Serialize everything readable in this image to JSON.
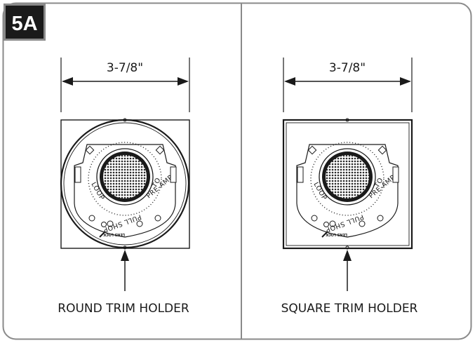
{
  "figure": {
    "step_label": "5A",
    "panels": [
      {
        "id": "round",
        "dimension_label": "3-7/8\"",
        "caption": "ROUND TRIM HOLDER",
        "dial_text_top": "PRE-AMP",
        "dial_text_left": "LOOP",
        "dial_text_right": "TO",
        "dial_text_pull": "PULL SHOP",
        "lens_lock_label": "LENS LOCK"
      },
      {
        "id": "square",
        "dimension_label": "3-7/8\"",
        "caption": "SQUARE TRIM HOLDER",
        "dial_text_top": "PRE-AMP",
        "dial_text_left": "LOOP",
        "dial_text_right": "TO",
        "dial_text_pull": "PULL SHOP",
        "lens_lock_label": "LENS LOCK"
      }
    ]
  },
  "colors": {
    "frame": "#8a8a8a",
    "badge_bg": "#1a1a1a",
    "ink": "#1a1a1a",
    "grille": "#333333"
  }
}
